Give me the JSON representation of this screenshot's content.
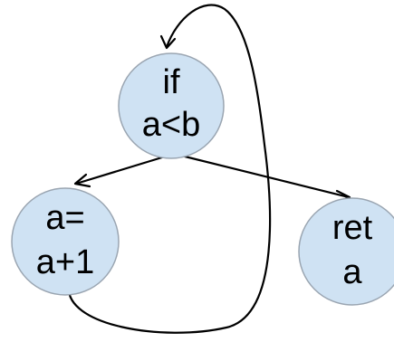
{
  "nodes": {
    "cond": {
      "line1": "if",
      "line2": "a<b"
    },
    "incr": {
      "line1": "a=",
      "line2": "a+1"
    },
    "ret": {
      "line1": "ret",
      "line2": "a"
    }
  },
  "colors": {
    "node_fill": "#cfe2f3",
    "node_stroke": "#9aa5b1",
    "edge": "#000000"
  }
}
